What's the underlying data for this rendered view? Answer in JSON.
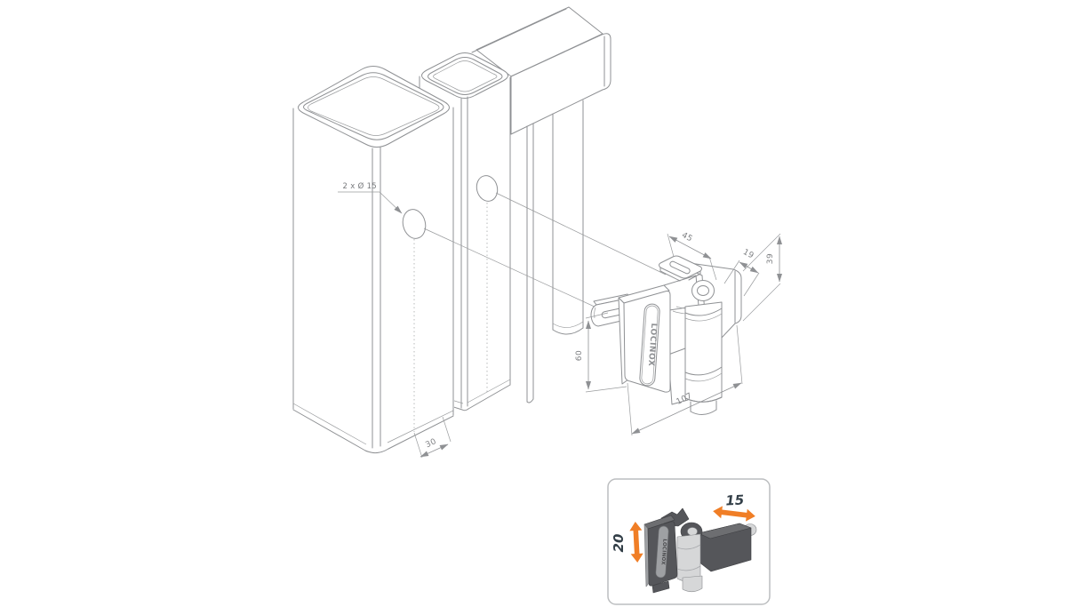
{
  "drawing": {
    "callouts": {
      "holes": "2 x Ø 15"
    },
    "dimensions": {
      "post_edge_offset": "30",
      "body_width": "45",
      "body_depth": "19",
      "back_plate_height": "39",
      "front_body_height": "60",
      "total_length": "107"
    },
    "brand": "LOCINOX"
  },
  "inset": {
    "brand": "LOCINOX",
    "horizontal_adjustment": "15",
    "vertical_adjustment": "20"
  },
  "colors": {
    "line_art": "#8f9194",
    "dimension_text": "#7d7f82",
    "accent_orange": "#F07E26",
    "inset_label_text": "#333F48",
    "inset_border": "#bcbec0",
    "hinge_dark": "#55565A",
    "hinge_mid": "#808184",
    "hinge_light": "#D6D7D8",
    "background": "#ffffff"
  }
}
